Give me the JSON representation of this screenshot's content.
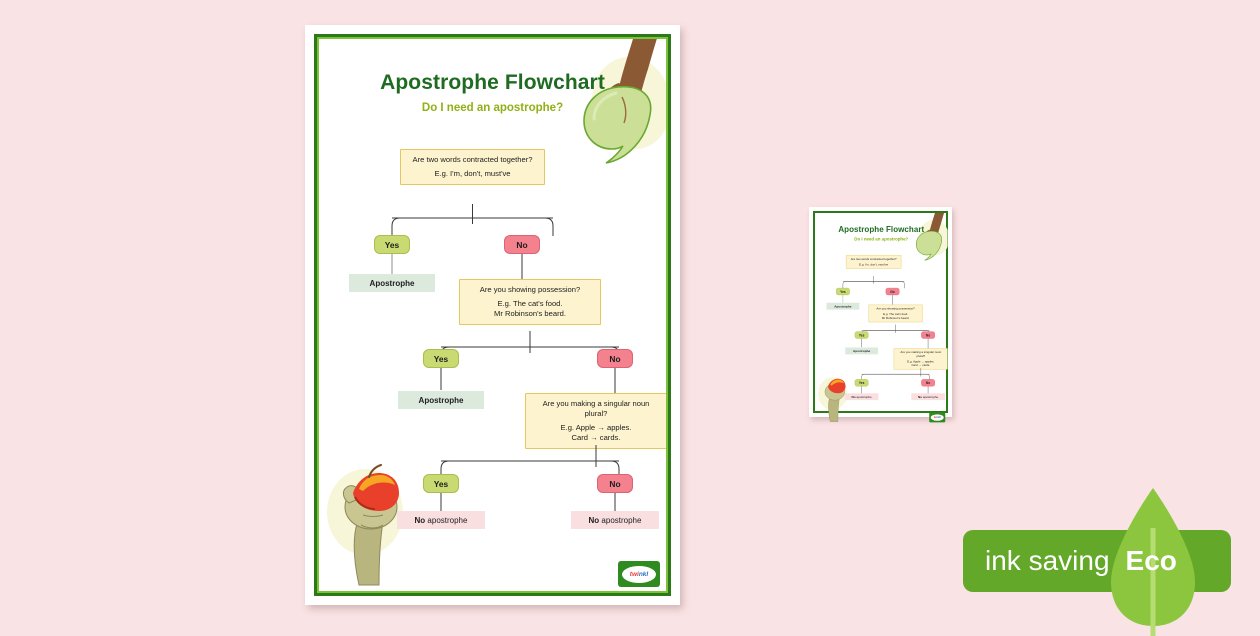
{
  "page": {
    "title": "Apostrophe Flowchart",
    "subtitle": "Do I need an apostrophe?"
  },
  "flow": {
    "q1": {
      "question": "Are two words contracted together?",
      "example": "E.g. I'm, don't, must've"
    },
    "q2": {
      "question": "Are you showing possession?",
      "example_line1": "E.g. The cat's food.",
      "example_line2": "Mr Robinson's beard."
    },
    "q3": {
      "question": "Are you making a singular noun plural?",
      "example_line1": "E.g. Apple → apples.",
      "example_line2": "Card → cards."
    },
    "labels": {
      "yes": "Yes",
      "no": "No"
    },
    "results": {
      "apostrophe": "Apostrophe",
      "no_apostrophe_bold": "No",
      "no_apostrophe_rest": " apostrophe"
    }
  },
  "logo": {
    "twinkl_part1": "twi",
    "twinkl_part2": "nkl"
  },
  "eco_badge": {
    "ink_saving": "ink saving",
    "eco": "Eco"
  },
  "colors": {
    "background": "#fae3e4",
    "border_dark_green": "#2c7a17",
    "border_light_green": "#7ec13a",
    "title_green": "#1f6b21",
    "subtitle_green": "#8fb115",
    "question_box_bg": "#fdf4cf",
    "question_box_border": "#e3c862",
    "yes_pill": "#c8da71",
    "no_pill": "#f3818e",
    "apostrophe_result": "#dceade",
    "no_apostrophe_result": "#fadfe1",
    "eco_bar": "#63a828",
    "eco_leaf": "#8cc63f"
  }
}
